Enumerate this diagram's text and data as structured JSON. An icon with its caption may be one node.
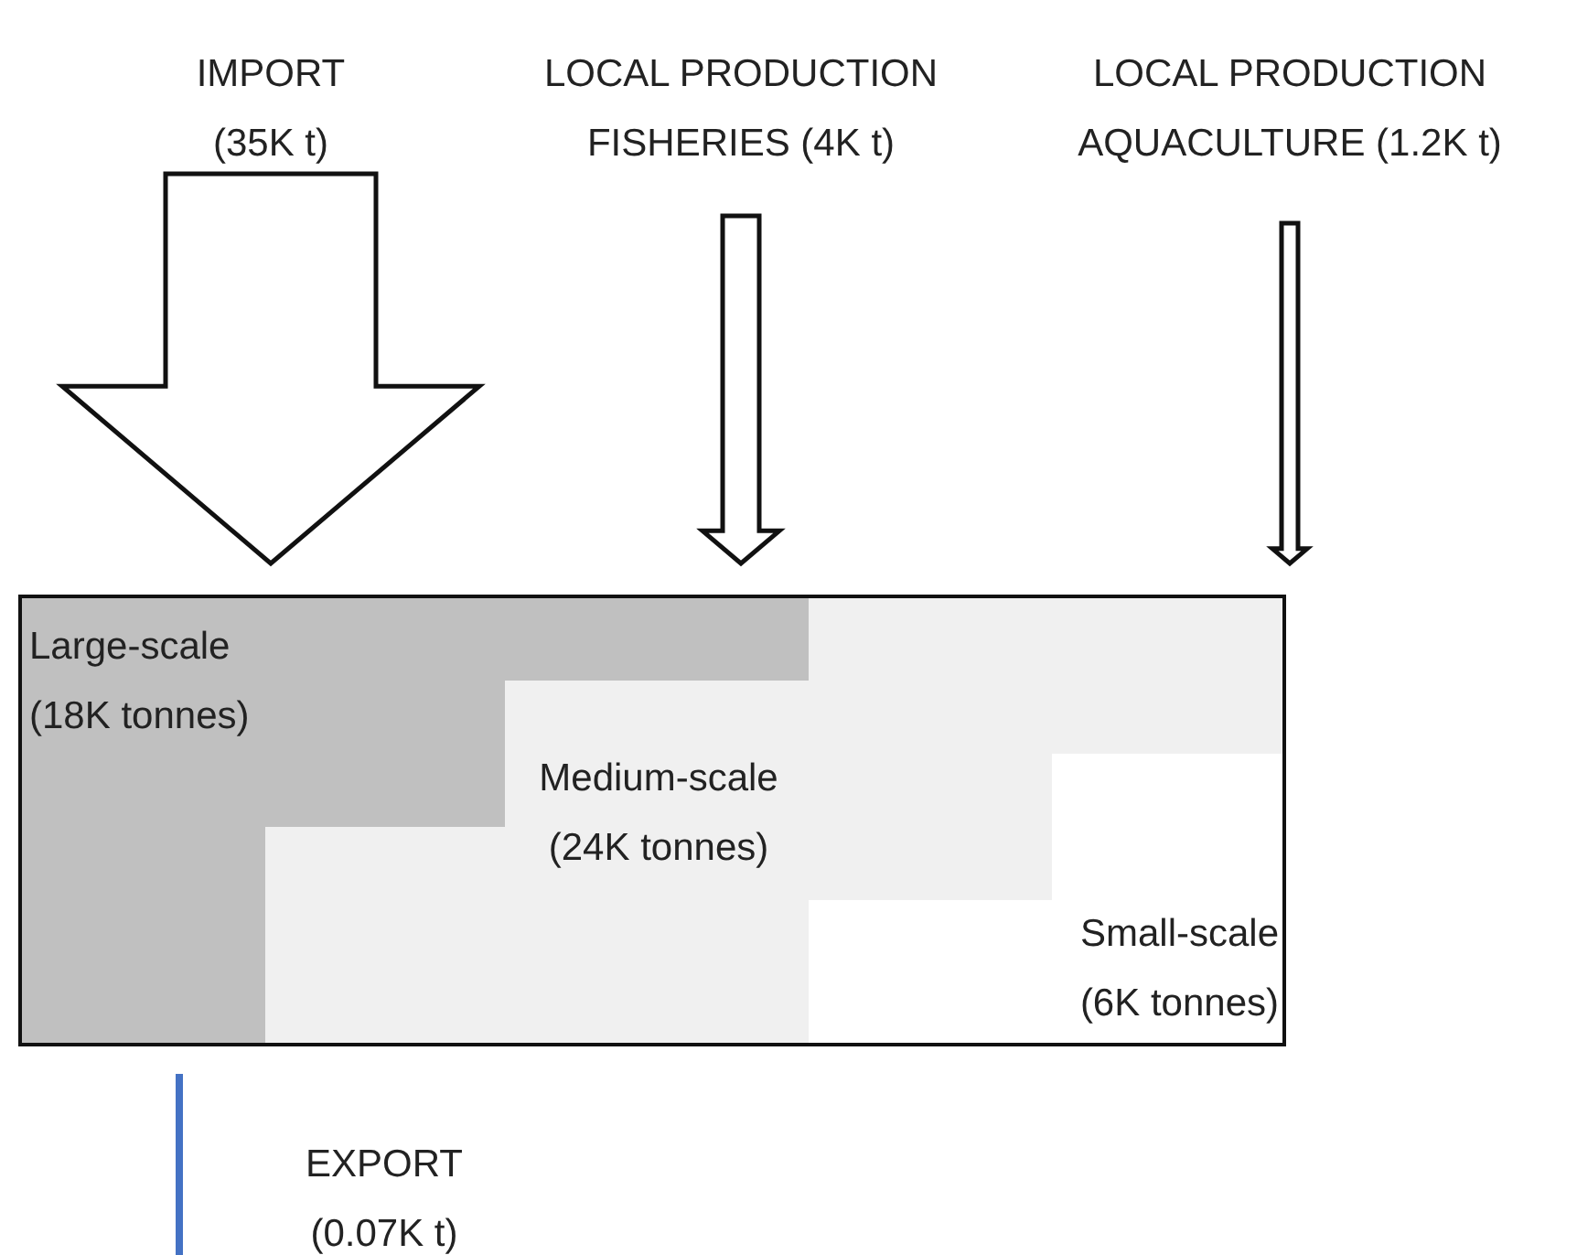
{
  "diagram": {
    "nodes": [
      {
        "text": [
          "IMPORT (35K t)"
        ]
      },
      {
        "text": [
          "LOCAL PRODUCTION FISHERIES (4K t)"
        ]
      },
      {
        "text": [
          "LOCAL PRODUCTION AQUACULTURE (1.2K t)"
        ]
      },
      {
        "text": [],
        "shape": "box"
      },
      {
        "text": [
          "Large-scale (18K tonnes)"
        ],
        "in": 3
      },
      {
        "text": [
          "Medium-scale (24K tonnes)"
        ],
        "in": 3
      },
      {
        "text": [
          "Small-scale (6K tonnes)"
        ],
        "in": 3
      }
    ],
    "edges": [
      {
        "from": 0,
        "to": 3,
        "arrow": "to"
      },
      {
        "from": 1,
        "to": 3,
        "arrow": "to"
      },
      {
        "from": 2,
        "to": 3,
        "arrow": "to"
      },
      {
        "from": 3,
        "to": null,
        "arrow": "none",
        "color": "#4472c4"
      }
    ],
    "labels": [
      "EXPORT (0.07K t)"
    ]
  }
}
